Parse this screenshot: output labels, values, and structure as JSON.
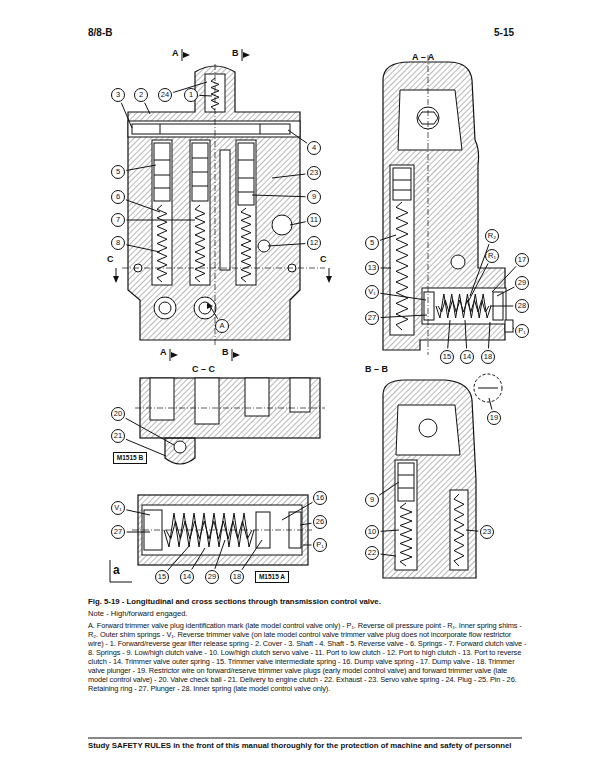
{
  "diagram": {
    "caption": "Fig. 5-19 - Longitudinal and cross sections through transmission control valve.",
    "nodes": [
      {
        "text": [
          "3"
        ]
      },
      {
        "text": [
          "2"
        ]
      },
      {
        "text": [
          "24"
        ]
      },
      {
        "text": [
          "1"
        ]
      },
      {
        "text": [
          "4"
        ]
      },
      {
        "text": [
          "5"
        ]
      },
      {
        "text": [
          "23"
        ]
      },
      {
        "text": [
          "9"
        ]
      },
      {
        "text": [
          "6"
        ]
      },
      {
        "text": [
          "7"
        ]
      },
      {
        "text": [
          "11"
        ]
      },
      {
        "text": [
          "12"
        ]
      },
      {
        "text": [
          "8"
        ]
      },
      {
        "text": [
          "A"
        ]
      },
      {
        "text": [
          "5"
        ]
      },
      {
        "text": [
          "R₂"
        ]
      },
      {
        "text": [
          "R₁"
        ]
      },
      {
        "text": [
          "17"
        ]
      },
      {
        "text": [
          "13"
        ]
      },
      {
        "text": [
          "29"
        ]
      },
      {
        "text": [
          "V₁"
        ]
      },
      {
        "text": [
          "28"
        ]
      },
      {
        "text": [
          "27"
        ]
      },
      {
        "text": [
          "P₁"
        ]
      },
      {
        "text": [
          "15"
        ]
      },
      {
        "text": [
          "14"
        ]
      },
      {
        "text": [
          "18"
        ]
      },
      {
        "text": [
          "20"
        ]
      },
      {
        "text": [
          "21"
        ]
      },
      {
        "text": [
          "M1515 B"
        ]
      },
      {
        "text": [
          "19"
        ]
      },
      {
        "text": [
          "9"
        ]
      },
      {
        "text": [
          "10"
        ]
      },
      {
        "text": [
          "23"
        ]
      },
      {
        "text": [
          "22"
        ]
      },
      {
        "text": [
          "16"
        ]
      },
      {
        "text": [
          "V₁"
        ]
      },
      {
        "text": [
          "26"
        ]
      },
      {
        "text": [
          "27"
        ]
      },
      {
        "text": [
          "P₁"
        ]
      },
      {
        "text": [
          "15"
        ]
      },
      {
        "text": [
          "14"
        ]
      },
      {
        "text": [
          "29"
        ]
      },
      {
        "text": [
          "18"
        ]
      },
      {
        "text": [
          "M1515 A"
        ]
      }
    ],
    "labels": [
      "8/8-B",
      "5-15",
      "A",
      "B",
      "A – A",
      "C",
      "C",
      "A",
      "B",
      "C – C",
      "B – B",
      "a",
      "Note - High/forward engaged.",
      "A. Forward trimmer valve plug identification mark (late model control valve only) - P₁. Reverse oil pressure point - R₁. Inner spring shims - R₂. Outer shim springs - V₁. Reverse trimmer valve (on late model control valve trimmer valve plug does not incorporate flow restrictor wire) - 1. Forward/reverse gear lifter release spring - 2. Cover - 3. Shaft - 4. Shaft - 5. Reverse valve - 6. Springs - 7. Forward clutch valve - 8. Springs - 9. Low/high clutch valve - 10. Low/high clutch servo valve - 11. Port to low clutch - 12. Port to high clutch - 13. Port to reverse clutch - 14. Trimmer valve outer spring - 15. Trimmer valve intermediate spring - 16. Dump valve spring - 17. Dump valve - 18. Trimmer valve plunger - 19. Restrictor wire on forward/reserve trimmer valve plugs (early model control valve) and forward trimmer valve (late model control valve) - 20. Valve check ball - 21. Delivery to engine clutch - 22. Exhaust - 23. Servo valve spring - 24. Plug - 25. Pin - 26. Retaining ring - 27. Plunger - 28. Inner spring (late model control valve only).",
      "Study SAFETY RULES in the front of this manual thoroughly for the protection of machine and safety of personnel"
    ]
  }
}
